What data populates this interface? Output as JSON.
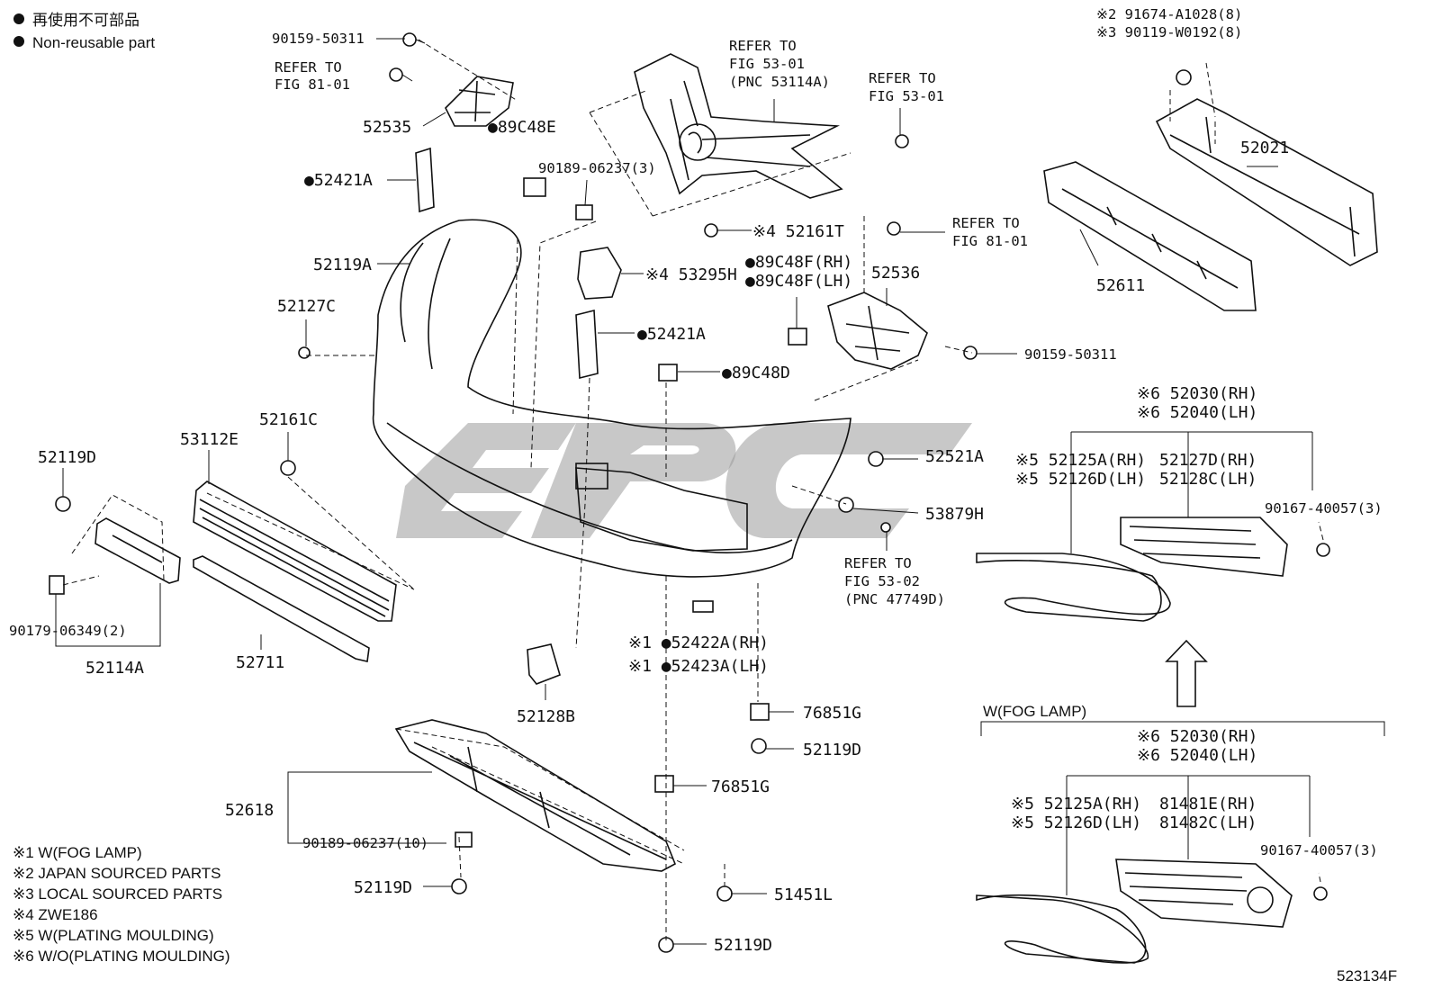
{
  "legend": {
    "items": [
      {
        "symbol": "●",
        "text": "再使用不可部品"
      },
      {
        "symbol": "●",
        "text": "Non-reusable part"
      }
    ]
  },
  "footnotes": [
    "※1 W(FOG LAMP)",
    "※2 JAPAN SOURCED PARTS",
    "※3 LOCAL SOURCED PARTS",
    "※4 ZWE186",
    "※5 W(PLATING MOULDING)",
    "※6 W/O(PLATING MOULDING)"
  ],
  "diagram_code": "523134F",
  "watermark": "EPC",
  "labels": {
    "p90159_50311_top": "90159-50311",
    "refer_fig81_top_1": "REFER TO",
    "refer_fig81_top_2": "FIG 81-01",
    "p52535": "52535",
    "p89C48E": "●89C48E",
    "p52421A_left": "●52421A",
    "refer_fig53_01_grille_1": "REFER TO",
    "refer_fig53_01_grille_2": "FIG 53-01",
    "refer_fig53_01_grille_3": "(PNC 53114A)",
    "refer_fig53_01_right_1": "REFER TO",
    "refer_fig53_01_right_2": "FIG 53-01",
    "p90189_06237_3": "90189-06237(3)",
    "p52161T": "※4 52161T",
    "refer_fig81_mid_1": "REFER TO",
    "refer_fig81_mid_2": "FIG 81-01",
    "p52119A": "52119A",
    "p53295H": "※4 53295H",
    "p89C48F_RH": "●89C48F(RH)",
    "p89C48F_LH": "●89C48F(LH)",
    "p52536": "52536",
    "p52127C": "52127C",
    "p52421A_mid": "●52421A",
    "p90159_50311_mid": "90159-50311",
    "p89C48D": "●89C48D",
    "p291674": "※2 91674-A1028(8)",
    "p390119": "※3 90119-W0192(8)",
    "p52021": "52021",
    "p52611": "52611",
    "p52119D_left": "52119D",
    "p53112E": "53112E",
    "p52161C": "52161C",
    "p52521A": "52521A",
    "p53879H": "53879H",
    "refer_fig53_02_1": "REFER TO",
    "refer_fig53_02_2": "FIG 53-02",
    "refer_fig53_02_3": "(PNC 47749D)",
    "p90179_06349": "90179-06349(2)",
    "p52114A": "52114A",
    "p52711": "52711",
    "p52422A": "※1 ●52422A(RH)",
    "p52423A": "※1 ●52423A(LH)",
    "p52128B": "52128B",
    "p76851G_top": "76851G",
    "p52119D_mid": "52119D",
    "p76851G_bot": "76851G",
    "p52618": "52618",
    "p90189_06237_10": "90189-06237(10)",
    "p52119D_bot_left": "52119D",
    "p51451L": "51451L",
    "p52119D_bot": "52119D",
    "top_group_52030": "※6 52030(RH)",
    "top_group_52040": "※6 52040(LH)",
    "top_group_52125A": "※5 52125A(RH)",
    "top_group_52126D": "※5 52126D(LH)",
    "top_group_52127D": "52127D(RH)",
    "top_group_52128C": "52128C(LH)",
    "top_group_90167": "90167-40057(3)",
    "wfog_title": "W(FOG LAMP)",
    "bot_group_52030": "※6 52030(RH)",
    "bot_group_52040": "※6 52040(LH)",
    "bot_group_52125A": "※5 52125A(RH)",
    "bot_group_52126D": "※5 52126D(LH)",
    "bot_group_81481E": "81481E(RH)",
    "bot_group_81482C": "81482C(LH)",
    "bot_group_90167": "90167-40057(3)"
  }
}
